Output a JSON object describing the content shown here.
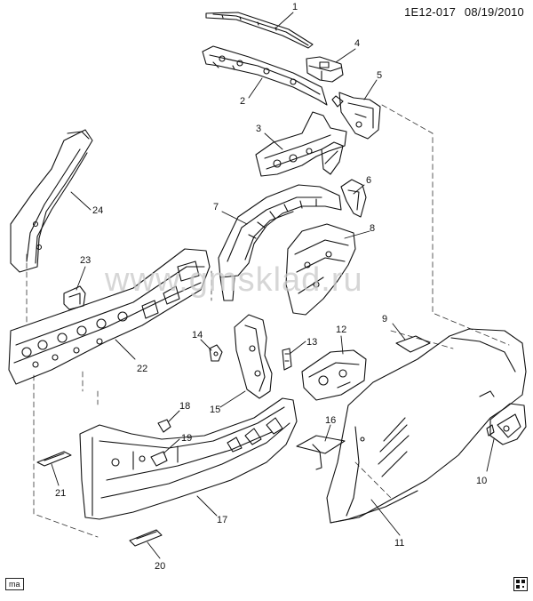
{
  "header": {
    "code": "1E12-017",
    "date": "08/19/2010"
  },
  "corner_tag": "ma",
  "watermark": "www.gmsklad.ru",
  "callouts": [
    {
      "num": "1"
    },
    {
      "num": "2"
    },
    {
      "num": "3"
    },
    {
      "num": "4"
    },
    {
      "num": "5"
    },
    {
      "num": "6"
    },
    {
      "num": "7"
    },
    {
      "num": "8"
    },
    {
      "num": "9"
    },
    {
      "num": "10"
    },
    {
      "num": "11"
    },
    {
      "num": "12"
    },
    {
      "num": "13"
    },
    {
      "num": "14"
    },
    {
      "num": "15"
    },
    {
      "num": "16"
    },
    {
      "num": "17"
    },
    {
      "num": "18"
    },
    {
      "num": "19"
    },
    {
      "num": "20"
    },
    {
      "num": "21"
    },
    {
      "num": "22"
    },
    {
      "num": "23"
    },
    {
      "num": "24"
    }
  ]
}
